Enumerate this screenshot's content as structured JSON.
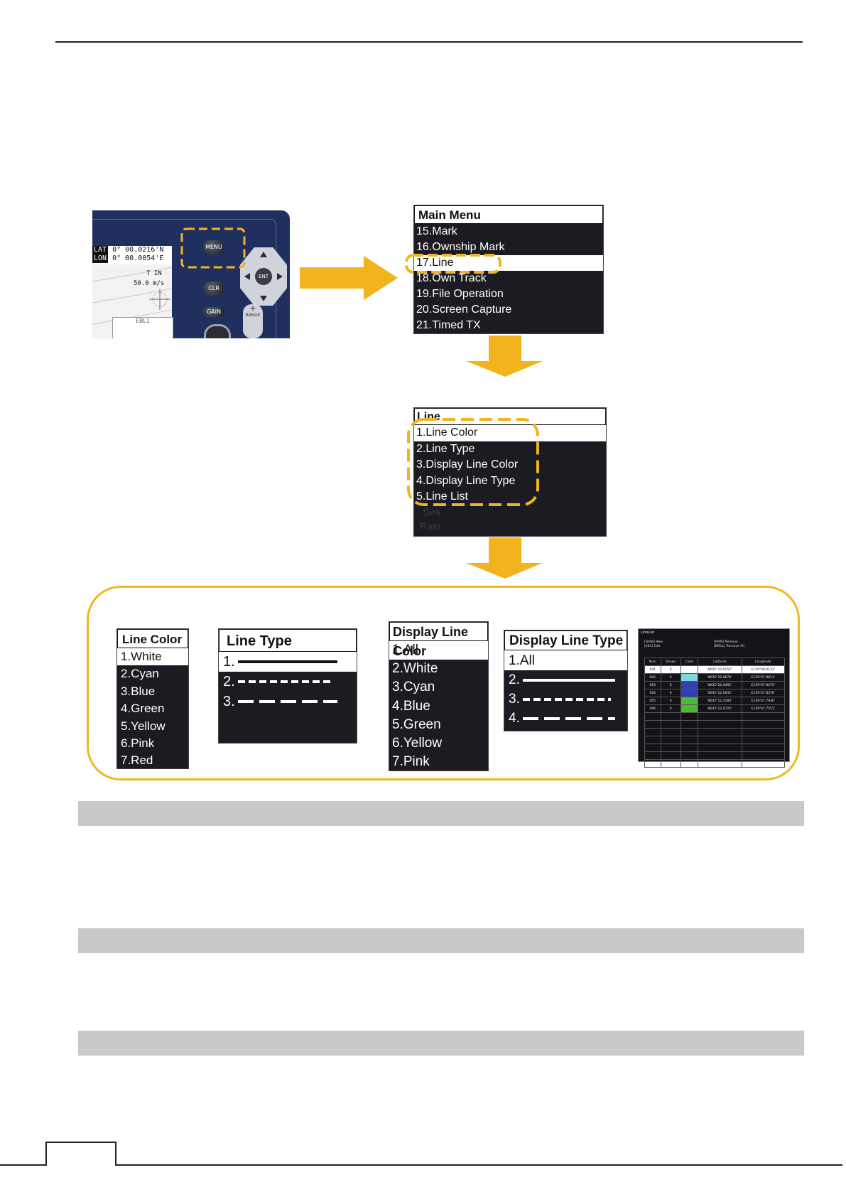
{
  "device": {
    "lat_label": "LAT",
    "lon_label": "LON",
    "lat_value": "0° 00.0216'N",
    "lon_value": "0° 00.0054'E",
    "speed": "50.0 m/s",
    "mode": "T IN",
    "ebl": "EBL1",
    "menu_button": "MENU",
    "clr_button": "CLR",
    "gain_button": "GAIN",
    "ent_button": "ENT",
    "range_button": "RANGE"
  },
  "main_menu": {
    "title": "Main Menu",
    "items": [
      "15.Mark",
      "16.Ownship Mark",
      "17.Line",
      "18.Own Track",
      "19.File Operation",
      "20.Screen Capture",
      "21.Timed TX"
    ],
    "selected_index": 2
  },
  "line_menu": {
    "title": "Line",
    "items": [
      "1.Line Color",
      "2.Line Type",
      "3.Display Line Color",
      "4.Display Line Type",
      "5.Line List"
    ],
    "selected_index": 0,
    "ghost_items": [
      "Sea",
      "Rain"
    ]
  },
  "line_color_menu": {
    "title": "Line Color",
    "items": [
      "1.White",
      "2.Cyan",
      "3.Blue",
      "4.Green",
      "5.Yellow",
      "6.Pink",
      "7.Red"
    ],
    "selected_index": 0
  },
  "line_type_menu": {
    "title": "Line Type",
    "items": [
      "1.",
      "2.",
      "3."
    ],
    "selected_index": 0
  },
  "display_line_color_menu": {
    "title": "Display Line Color",
    "items": [
      "1.All",
      "2.White",
      "3.Cyan",
      "4.Blue",
      "5.Green",
      "6.Yellow",
      "7.Pink"
    ],
    "selected_index": 0
  },
  "display_line_type_menu": {
    "title": "Display Line Type",
    "items": [
      "1.All",
      "2.",
      "3.",
      "4."
    ],
    "selected_index": 0
  },
  "line_list": {
    "title": "LineList",
    "help_left": [
      "[GAIN] New",
      "[SEA] Edit"
    ],
    "help_right": [
      "[RAIN] Remove",
      "[BRILL] Remove All"
    ],
    "columns": [
      "Num",
      "Shape",
      "Color",
      "Latitude",
      "Longitude"
    ],
    "rows": [
      {
        "num": "001",
        "shape": "0",
        "color": "#ffffff",
        "lat": "N035°22.0152'",
        "lon": "E139°48.0133'"
      },
      {
        "num": "002",
        "shape": "0",
        "color": "#7fd6dc",
        "lat": "N035°22.0676'",
        "lon": "E139°47.9811'"
      },
      {
        "num": "003",
        "shape": "0",
        "color": "#2f3fb0",
        "lat": "N035°22.0402'",
        "lon": "E139°47.9475'"
      },
      {
        "num": "004",
        "shape": "0",
        "color": "#2f3fb0",
        "lat": "N035°22.0932'",
        "lon": "E139°47.8476'"
      },
      {
        "num": "005",
        "shape": "0",
        "color": "#4cb83a",
        "lat": "N035°22.2184'",
        "lon": "E139°47.7836'"
      },
      {
        "num": "006",
        "shape": "0",
        "color": "#4cb83a",
        "lat": "N035°22.0725'",
        "lon": "E139°47.7551'"
      }
    ]
  },
  "colors": {
    "accent": "#f2b41e",
    "panel_border": "#f0b81c",
    "section_bar": "#c9c9c9",
    "menu_bg": "#1b1b22"
  }
}
